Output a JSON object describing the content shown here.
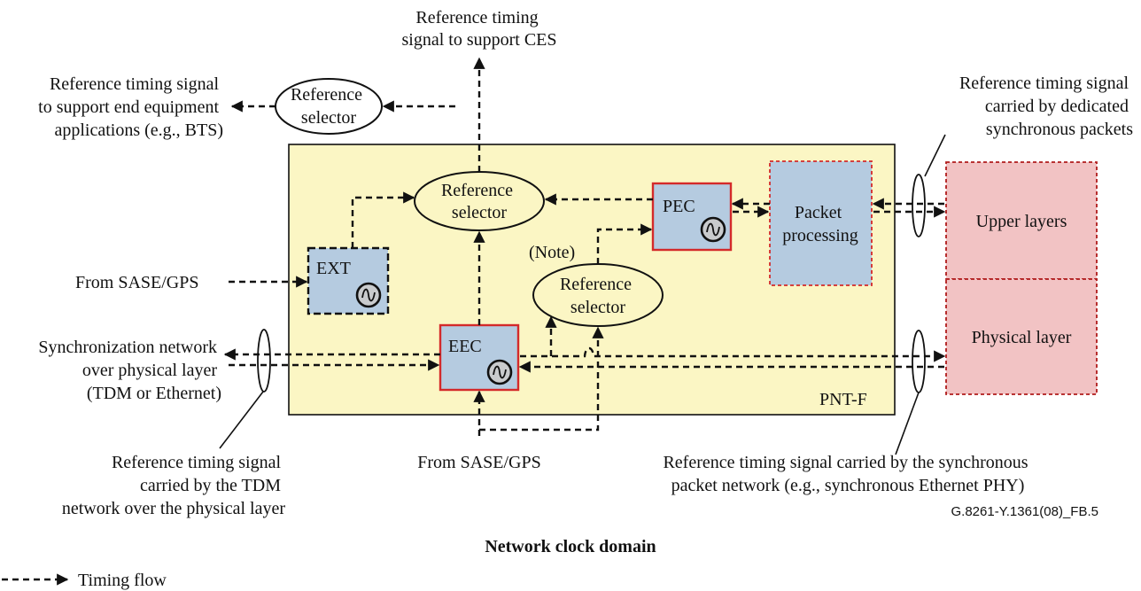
{
  "diagram": {
    "top_ces_label": [
      "Reference timing",
      "signal to support CES"
    ],
    "end_equipment_label": [
      "Reference timing signal",
      "to support end equipment",
      "applications (e.g., BTS)"
    ],
    "dedicated_packets_label": [
      "Reference timing signal",
      "carried by dedicated",
      "synchronous packets"
    ],
    "from_sase_gps_left": "From SASE/GPS",
    "sync_network_label": [
      "Synchronization network",
      "over physical layer",
      "(TDM or Ethernet)"
    ],
    "tdm_carried_label": [
      "Reference timing signal",
      "carried by the TDM",
      "network over the physical layer"
    ],
    "from_sase_gps_bottom": "From SASE/GPS",
    "sync_packet_network_label": [
      "Reference timing signal carried by the synchronous",
      "packet network (e.g., synchronous Ethernet PHY)"
    ],
    "figure_id": "G.8261-Y.1361(08)_FB.5",
    "caption": "Network clock domain",
    "legend_label": "Timing flow",
    "domain_label": "PNT-F",
    "note_label": "(Note)",
    "selector_outer": [
      "Reference",
      "selector"
    ],
    "selector_main": [
      "Reference",
      "selector"
    ],
    "selector_lower": [
      "Reference",
      "selector"
    ],
    "ext_label": "EXT",
    "eec_label": "EEC",
    "pec_label": "PEC",
    "packet_processing": [
      "Packet",
      "processing"
    ],
    "upper_layers": "Upper layers",
    "physical_layer": "Physical layer",
    "colors": {
      "domain_fill": "#fbf6c4",
      "block_fill": "#b5cbe0",
      "layer_fill": "#f2c3c4",
      "red_border": "#d42a2a"
    }
  }
}
